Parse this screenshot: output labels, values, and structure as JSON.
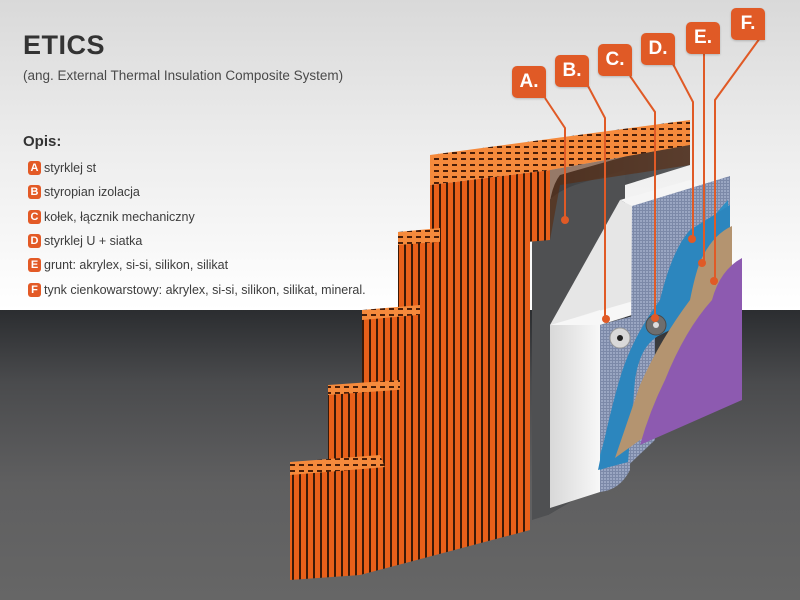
{
  "header": {
    "title": "ETICS",
    "subtitle": "(ang. External Thermal Insulation Composite System)"
  },
  "legend": {
    "heading": "Opis:",
    "items": [
      {
        "key": "A",
        "text": "styrklej st"
      },
      {
        "key": "B",
        "text": "styropian izolacja"
      },
      {
        "key": "C",
        "text": "kołek, łącznik mechaniczny"
      },
      {
        "key": "D",
        "text": "styrklej U + siatka"
      },
      {
        "key": "E",
        "text": "grunt: akrylex, si-si, silikon, silikat"
      },
      {
        "key": "F",
        "text": "tynk cienkowarstowy: akrylex, si-si, silikon, silikat, mineral."
      }
    ]
  },
  "callouts": [
    {
      "label": "A."
    },
    {
      "label": "B."
    },
    {
      "label": "C."
    },
    {
      "label": "D."
    },
    {
      "label": "E."
    },
    {
      "label": "F."
    }
  ],
  "colors": {
    "accent": "#e05a26",
    "brick": "#f06a1e",
    "adhesive": "#4f5052",
    "styrofoam": "#eeeeee",
    "mesh": "#8f9db8",
    "primer_blue": "#2f8fc4",
    "render_tan": "#b49470",
    "plaster_purple": "#8d5ab0"
  }
}
